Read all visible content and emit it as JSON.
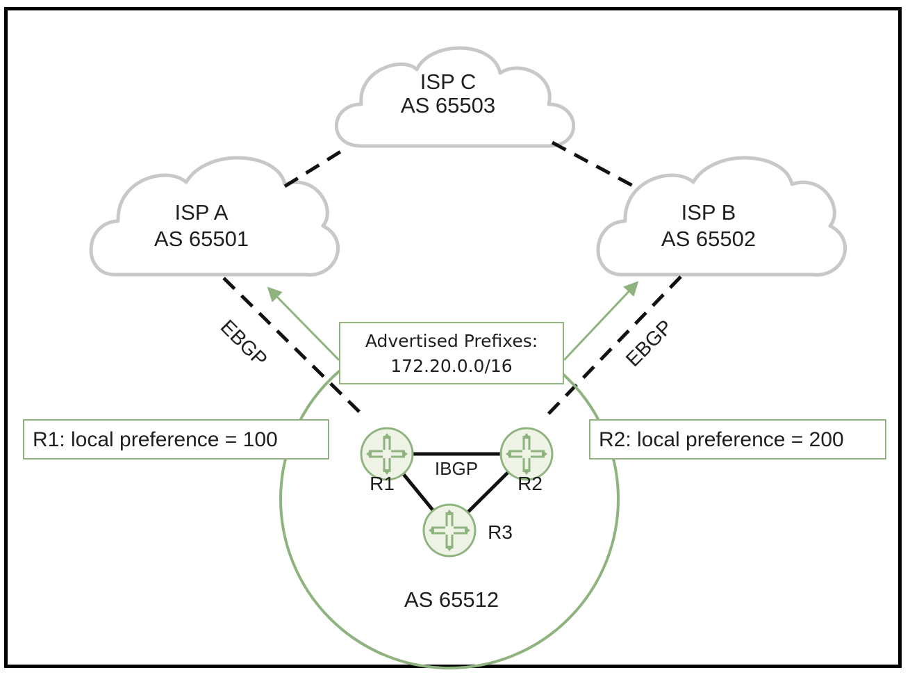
{
  "isp_c": {
    "name": "ISP C",
    "as": "AS 65503"
  },
  "isp_a": {
    "name": "ISP A",
    "as": "AS 65501"
  },
  "isp_b": {
    "name": "ISP B",
    "as": "AS 65502"
  },
  "ebgp_left": "EBGP",
  "ebgp_right": "EBGP",
  "advertised": {
    "title": "Advertised Prefixes:",
    "prefix": "172.20.0.0/16"
  },
  "r1_pref": "R1: local preference = 100",
  "r2_pref": "R2: local preference = 200",
  "ibgp": "IBGP",
  "routers": {
    "r1": "R1",
    "r2": "R2",
    "r3": "R3"
  },
  "local_as": "AS 65512",
  "colors": {
    "accent": "#8fb37f",
    "router_fill": "#eef3e6",
    "cloud_stroke": "#c8c8c8"
  }
}
